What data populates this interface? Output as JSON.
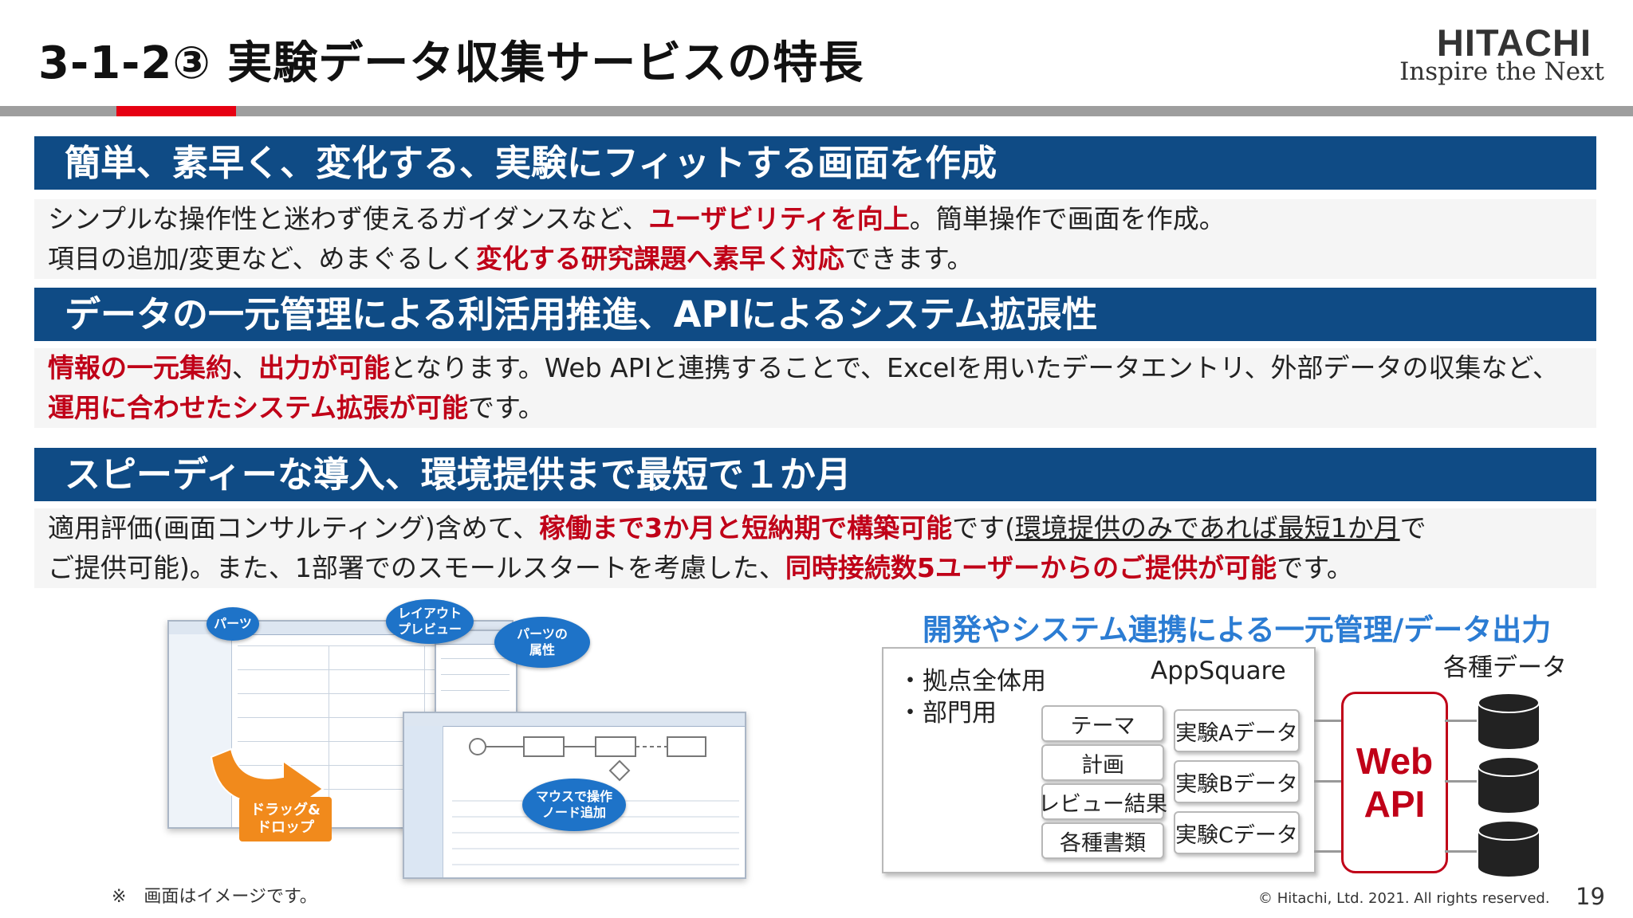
{
  "header": {
    "title": "3-1-2③ 実験データ収集サービスの特長",
    "logo_main": "HITACHI",
    "logo_sub": "Inspire the Next"
  },
  "sections": [
    {
      "heading": "簡単、素早く、変化する、実験にフィットする画面を作成",
      "line1": {
        "a": "シンプルな操作性と迷わず使えるガイダンスなど、",
        "b": "ユーザビリティを向上",
        "c": "。簡単操作で画面を作成。"
      },
      "line2": {
        "a": "項目の追加/変更など、めまぐるしく",
        "b": "変化する研究課題へ素早く対応",
        "c": "できます。"
      }
    },
    {
      "heading": "データの一元管理による利活用推進、APIによるシステム拡張性",
      "line1": {
        "a": "情報の一元集約",
        "b": "、",
        "c": "出力が可能",
        "d": "となります。Web APIと連携することで、Excelを用いたデータエントリ、外部データの収集など、"
      },
      "line2": {
        "a": "運用に合わせたシステム拡張が可能",
        "b": "です。"
      }
    },
    {
      "heading": "スピーディーな導入、環境提供まで最短で１か月",
      "line1": {
        "a": "適用評価(画面コンサルティング)含めて、",
        "b": "稼働まで3か月と短納期で構築可能",
        "c": "です(",
        "d": "環境提供のみであれば最短1か月",
        "e": "で"
      },
      "line2": {
        "a": "ご提供可能)。また、1部署でのスモールスタートを考慮した、",
        "b": "同時接続数5ユーザーからのご提供が可能",
        "c": "です。"
      }
    }
  ],
  "screenshot": {
    "bubble_parts": "パーツ",
    "bubble_layout": "レイアウト\nプレビュー",
    "bubble_attr": "パーツの\n属性",
    "bubble_mouse": "マウスで操作\nノード追加",
    "drag_label": "ドラッグ&\nドロップ",
    "caption": "※　画面はイメージです。"
  },
  "diagram": {
    "title": "開発やシステム連携による一元管理/データ出力",
    "item1": "・拠点全体用",
    "item2": "・部門用",
    "app_name": "AppSquare",
    "left_boxes": [
      "テーマ",
      "計画",
      "レビュー結果",
      "各種書類"
    ],
    "right_boxes": [
      "実験Aデータ",
      "実験Bデータ",
      "実験Cデータ"
    ],
    "api_line1": "Web",
    "api_line2": "API",
    "data_label": "各種データ"
  },
  "footer": {
    "copyright": "© Hitachi, Ltd. 2021. All rights reserved.",
    "page": "19"
  }
}
